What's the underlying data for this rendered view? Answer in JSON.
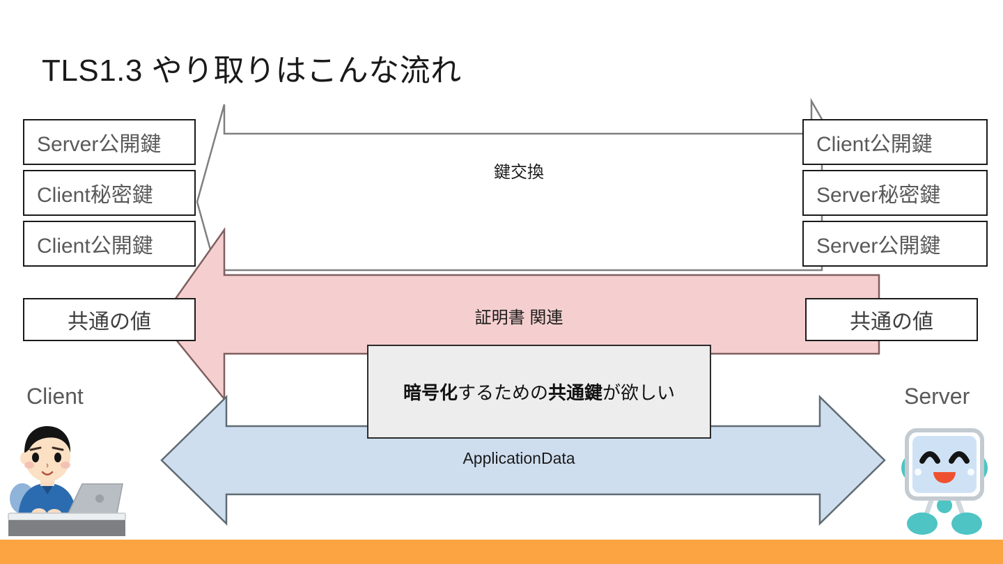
{
  "slide": {
    "title": "TLS1.3 やり取りはこんな流れ",
    "background_color": "#ffffff",
    "accent_bar_color": "#FBA441"
  },
  "left_column": {
    "endpoint_label": "Client",
    "illustration": "person-at-laptop-illustration",
    "boxes": [
      {
        "label": "Server公開鍵"
      },
      {
        "label": "Client秘密鍵"
      },
      {
        "label": "Client公開鍵"
      },
      {
        "label": "共通の値"
      }
    ]
  },
  "right_column": {
    "endpoint_label": "Server",
    "illustration": "robot-server-illustration",
    "boxes": [
      {
        "label": "Client公開鍵"
      },
      {
        "label": "Server秘密鍵"
      },
      {
        "label": "Server公開鍵"
      },
      {
        "label": "共通の値"
      }
    ]
  },
  "flows": [
    {
      "id": "key-exchange",
      "label": "鍵交換",
      "direction": "right-to-left",
      "fill": "#ffffff",
      "stroke": "#7f7f7f"
    },
    {
      "id": "certificate",
      "label": "証明書 関連",
      "direction": "right-to-left",
      "fill": "#f5cfcf",
      "stroke": "#7f5f5f"
    },
    {
      "id": "application-data",
      "label": "ApplicationData",
      "direction": "bidirectional",
      "fill": "#cfdeef",
      "stroke": "#5e6b73"
    }
  ],
  "callout": {
    "text_parts": [
      {
        "text": "暗号化",
        "bold": true
      },
      {
        "text": " するための ",
        "bold": false
      },
      {
        "text": "共通鍵",
        "bold": true
      },
      {
        "text": " が欲しい",
        "bold": false
      }
    ],
    "full_text": "暗号化 するための 共通鍵 が欲しい",
    "background": "#ededed",
    "border": "#2b2b2b"
  }
}
